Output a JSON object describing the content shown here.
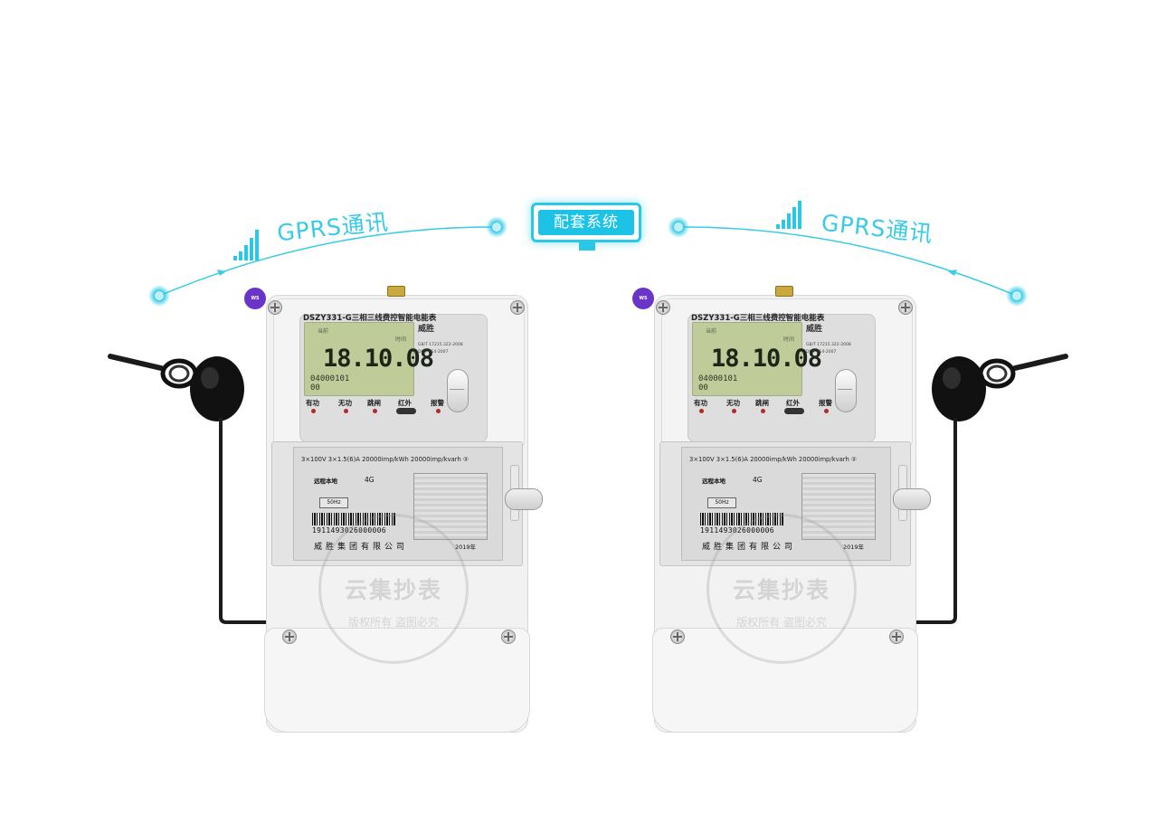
{
  "links": {
    "left_label": "GPRS通讯",
    "right_label": "GPRS通讯",
    "center_label": "配套系统",
    "accent_color": "#29c8e6"
  },
  "meter": {
    "model": "DSZY331-G三相三线费控智能电能表",
    "lcd_top_left": "当前",
    "lcd_top_right": "时间",
    "lcd_reading": "18.10.08",
    "lcd_code_line1": "04000101",
    "lcd_code_line2": "00",
    "brand_logo": "威胜",
    "cert_lines": [
      "GB/T 17215.322-2008",
      "DL/T 614-2007"
    ],
    "indicators": [
      "有功",
      "无功",
      "跳闸",
      "红外",
      "报警"
    ],
    "spec_line": "3×100V    3×1.5(6)A    20000imp/kWh    20000imp/kvarh  ②",
    "comm_mode": "远程本地",
    "network": "4G",
    "frequency": "50Hz",
    "serial": "1911493026000006",
    "company": "威胜集团有限公司",
    "year": "2019年",
    "watermark": "云集抄表",
    "watermark_sub": "版权所有 盗图必究"
  }
}
